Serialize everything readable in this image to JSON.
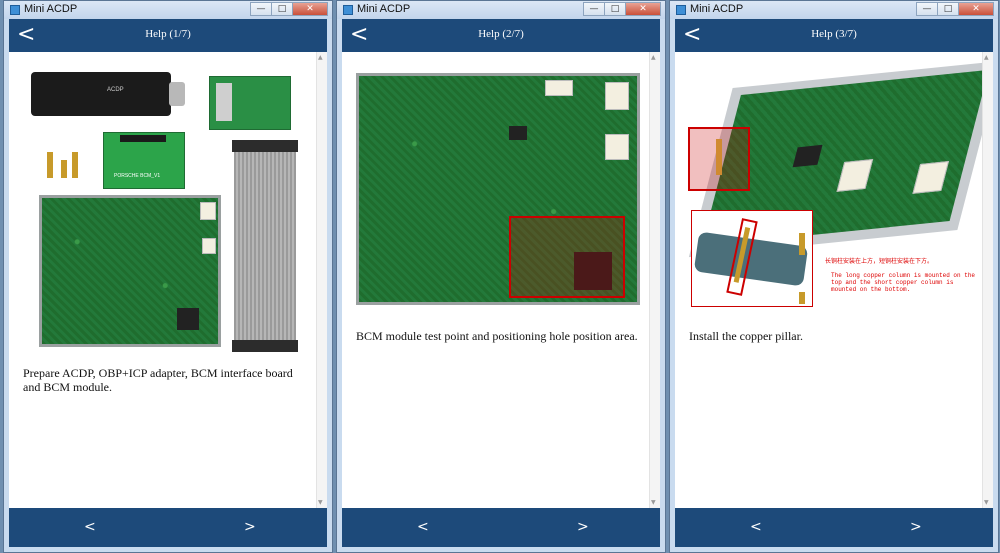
{
  "windows": [
    {
      "title": "Mini ACDP",
      "nav_title": "Help (1/7)",
      "back": "<",
      "caption": "Prepare ACDP, OBP+ICP adapter, BCM interface board and BCM module.",
      "prev": "<",
      "next": ">",
      "device_label": "ACDP",
      "board_label": "PORSCHE BCM_V1"
    },
    {
      "title": "Mini ACDP",
      "nav_title": "Help (2/7)",
      "back": "<",
      "caption": "BCM module test point and positioning hole position area.",
      "prev": "<",
      "next": ">"
    },
    {
      "title": "Mini ACDP",
      "nav_title": "Help (3/7)",
      "back": "<",
      "caption": "Install the copper pillar.",
      "prev": "<",
      "next": ">",
      "note_cn": "长铜柱安装在上方，短铜柱安装在下方。",
      "note_en": "The long copper column is mounted on the top and the short copper column is mounted on the bottom."
    }
  ],
  "window_controls": {
    "minimize": "—",
    "maximize": "□",
    "close": "✕"
  },
  "colors": {
    "nav_bar": "#1d4a7a",
    "highlight": "#cc0000"
  }
}
